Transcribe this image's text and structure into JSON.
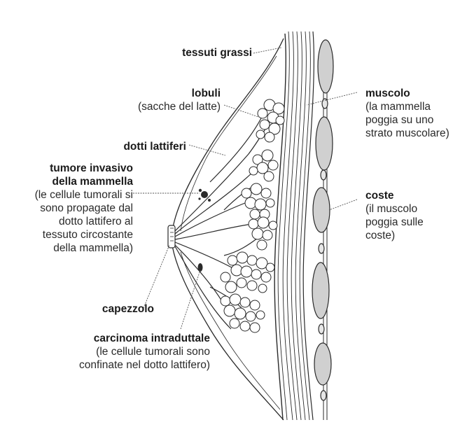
{
  "labels": {
    "tessuti_grassi": {
      "title": "tessuti grassi"
    },
    "lobuli": {
      "title": "lobuli",
      "desc": [
        "(sacche del latte)"
      ]
    },
    "dotti_lattiferi": {
      "title": "dotti lattiferi"
    },
    "tumore_invasivo": {
      "title": [
        "tumore invasivo",
        "della mammella"
      ],
      "desc": [
        "(le cellule tumorali si",
        "sono propagate dal",
        "dotto lattifero al",
        "tessuto circostante",
        "della mammella)"
      ]
    },
    "capezzolo": {
      "title": "capezzolo"
    },
    "carcinoma": {
      "title": "carcinoma intraduttale",
      "desc": [
        "(le cellule tumorali sono",
        "confinate nel dotto lattifero)"
      ]
    },
    "muscolo": {
      "title": "muscolo",
      "desc": [
        "(la mammella",
        "poggia su uno",
        "strato muscolare)"
      ]
    },
    "coste": {
      "title": "coste",
      "desc": [
        "(il muscolo",
        "poggia sulle",
        "coste)"
      ]
    }
  },
  "colors": {
    "ink": "#1a1a1a",
    "rib_fill": "#d0d0d0",
    "leader": "#555555"
  },
  "icons": [
    "breast-anatomy-illustration"
  ]
}
